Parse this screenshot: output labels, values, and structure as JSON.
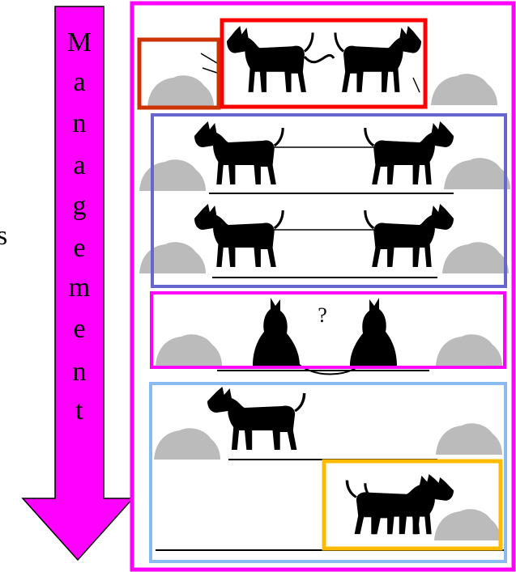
{
  "arrow": {
    "letters": [
      "M",
      "a",
      "n",
      "a",
      "g",
      "e",
      "m",
      "e",
      "n",
      "t"
    ],
    "color": "#ff00ff"
  },
  "side_fragment": "s",
  "question_mark": "?",
  "frame_colors": {
    "outer": "#ff00ff",
    "bush_box": "#cc3300",
    "donkeys_box": "#ff0000",
    "panel2": "#6666cc",
    "panel3": "#ff00ff",
    "panel4": "#88bbee",
    "eating_box": "#ffbb00"
  },
  "illustration": {
    "silhouette_color": "#000000",
    "bush_color": "#bbbbbb"
  }
}
